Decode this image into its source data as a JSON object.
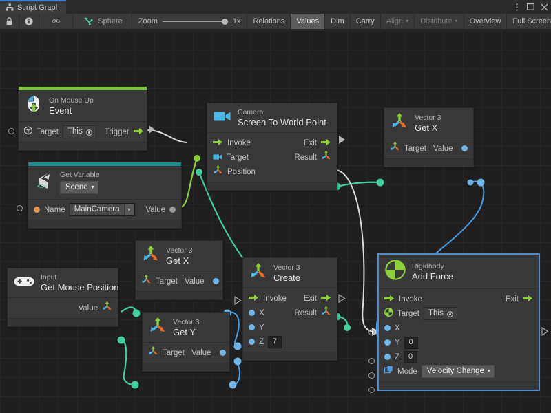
{
  "window": {
    "tab_title": "Script Graph",
    "tab_icon": "script-graph-icon",
    "menu_icon": "kebab-menu-icon",
    "maximize_icon": "maximize-icon",
    "close_icon": "close-icon"
  },
  "toolbar": {
    "lock_icon": "lock-icon",
    "info_icon": "info-icon",
    "code_label": "‹×›",
    "graph_icon": "graph-icon",
    "graph_name": "Sphere",
    "zoom_label": "Zoom",
    "zoom_value": "1x",
    "buttons": [
      {
        "label": "Relations",
        "state": "normal"
      },
      {
        "label": "Values",
        "state": "active"
      },
      {
        "label": "Dim",
        "state": "normal"
      },
      {
        "label": "Carry",
        "state": "normal"
      },
      {
        "label": "Align",
        "state": "dim",
        "caret": "▾"
      },
      {
        "label": "Distribute",
        "state": "dim",
        "caret": "▾"
      },
      {
        "label": "Overview",
        "state": "normal"
      },
      {
        "label": "Full Screen",
        "state": "normal"
      }
    ]
  },
  "nodes": {
    "on_mouse_up": {
      "subtitle": "On Mouse Up",
      "title": "Event",
      "accent_color": "#7cc442",
      "icon": "mouse-event-icon",
      "target_label": "Target",
      "target_value": "This",
      "trigger_label": "Trigger"
    },
    "get_variable": {
      "subtitle": "Get Variable",
      "title": "Scene",
      "accent_color": "#1f8a8c",
      "icon": "unity-variable-icon",
      "name_label": "Name",
      "name_value": "MainCamera",
      "value_label": "Value"
    },
    "camera_screen_to_world": {
      "subtitle": "Camera",
      "title": "Screen To World Point",
      "icon": "camera-icon",
      "invoke_label": "Invoke",
      "target_label": "Target",
      "position_label": "Position",
      "exit_label": "Exit",
      "result_label": "Result"
    },
    "vector3_getx_top": {
      "subtitle": "Vector 3",
      "title": "Get X",
      "icon": "vector3-icon",
      "target_label": "Target",
      "value_label": "Value"
    },
    "vector3_getx_mid": {
      "subtitle": "Vector 3",
      "title": "Get X",
      "icon": "vector3-icon",
      "target_label": "Target",
      "value_label": "Value"
    },
    "vector3_gety": {
      "subtitle": "Vector 3",
      "title": "Get Y",
      "icon": "vector3-icon",
      "target_label": "Target",
      "value_label": "Value"
    },
    "input_mouse_position": {
      "subtitle": "Input",
      "title": "Get Mouse Position",
      "icon": "gamepad-icon",
      "value_label": "Value"
    },
    "vector3_create": {
      "subtitle": "Vector 3",
      "title": "Create",
      "icon": "vector3-icon",
      "invoke_label": "Invoke",
      "x_label": "X",
      "y_label": "Y",
      "z_label": "Z",
      "z_value": "7",
      "exit_label": "Exit",
      "result_label": "Result"
    },
    "rigidbody_add_force": {
      "subtitle": "Rigidbody",
      "title": "Add Force",
      "icon": "rigidbody-icon",
      "selected": true,
      "invoke_label": "Invoke",
      "target_label": "Target",
      "target_value": "This",
      "x_label": "X",
      "y_label": "Y",
      "y_value": "0",
      "z_label": "Z",
      "z_value": "0",
      "mode_label": "Mode",
      "mode_value": "Velocity Change",
      "exit_label": "Exit"
    }
  },
  "colors": {
    "flow_green": "#8ed03a",
    "flow_white": "#dcdcdc",
    "wire_green": "#3ecf9a",
    "wire_blue": "#4a9fe0",
    "wire_lightgreen": "#8ed03a",
    "canvas_bg": "#1f1f1f",
    "node_bg": "#383838",
    "selection": "#4b8fd0"
  }
}
